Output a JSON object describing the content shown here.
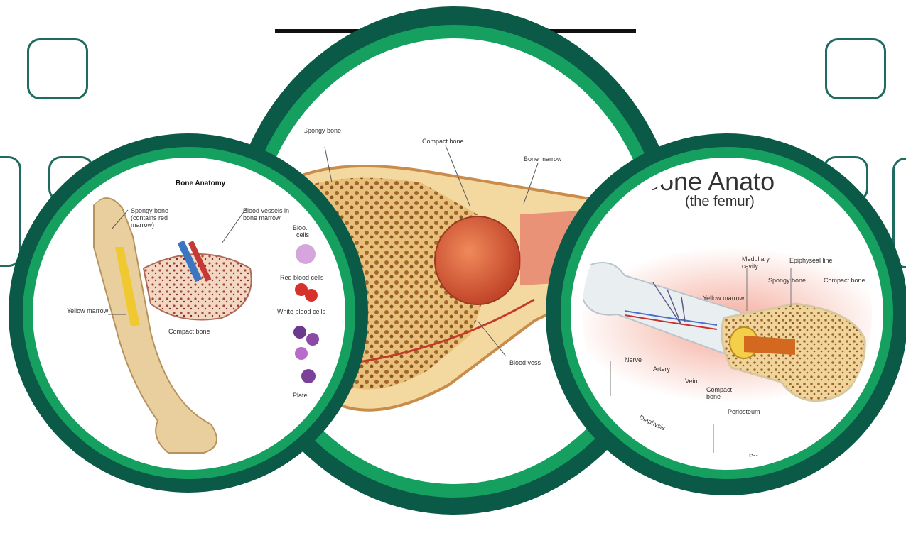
{
  "left_panel": {
    "title": "Bone Anatomy",
    "labels": {
      "spongy": "Spongy bone",
      "spongy_sub1": "(contains red",
      "spongy_sub2": "marrow)",
      "vessels1": "Blood vessels in",
      "vessels2": "bone marrow",
      "blood_cells1": "Blood",
      "blood_cells2": "cells",
      "yellow": "Yellow marrow",
      "compact": "Compact bone",
      "red": "Red blood cells",
      "white": "White blood cells",
      "platelets": "Platel"
    }
  },
  "center_panel": {
    "labels": {
      "spongy": "Spongy bone",
      "compact": "Compact bone",
      "marrow": "Bone marrow",
      "vessels": "Blood vess"
    }
  },
  "right_panel": {
    "title": "Bone Anato",
    "subtitle": "(the femur)",
    "labels": {
      "medullary1": "Medullary",
      "medullary2": "cavity",
      "epiphyseal": "Epiphyseal line",
      "spongy": "Spongy bone",
      "compact": "Compact bone",
      "yellow": "Yellow marrow",
      "nerve": "Nerve",
      "artery": "Artery",
      "vein": "Vein",
      "compact2a": "Compact",
      "compact2b": "bone",
      "periosteum": "Periosteum",
      "diaphysis": "Diaphysis",
      "proximal": "Proxima"
    }
  },
  "colors": {
    "dark_ring": "#0b5a48",
    "light_ring": "#16a060",
    "frame": "#1f6b5f"
  }
}
